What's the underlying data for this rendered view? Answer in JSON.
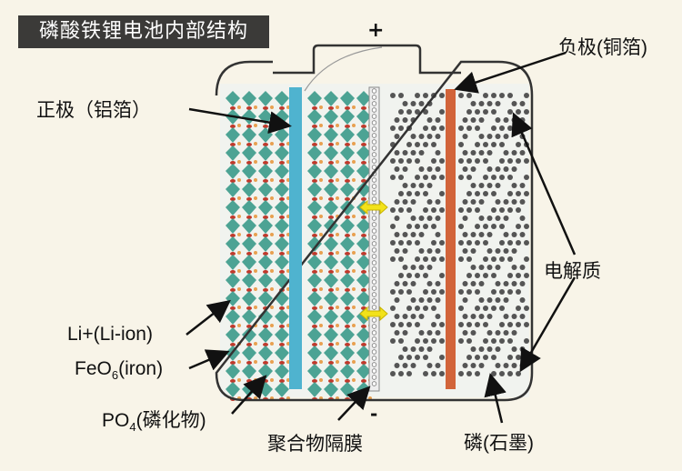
{
  "title": "磷酸铁锂电池内部结构",
  "terminals": {
    "positive": "+",
    "negative": "-"
  },
  "labels": {
    "cathode_foil": "正极（铝箔）",
    "anode_foil": "负极(铜箔)",
    "electrolyte": "电解质",
    "li_ion": "Li+(Li-ion)",
    "feo6_main": "FeO",
    "feo6_sub": "6",
    "feo6_rest": "(iron)",
    "po4_main": "PO",
    "po4_sub": "4",
    "po4_rest": "(磷化物)",
    "separator": "聚合物隔膜",
    "graphite": "磷(石墨)"
  },
  "colors": {
    "background": "#f8f4e8",
    "aluminum_foil": "#4fb3cf",
    "copper_foil": "#d2643a",
    "feo6": "#3a9a8a",
    "li_ion": "#c0392b",
    "graphite": "#555555",
    "ion_arrow": "#f2e21a"
  }
}
